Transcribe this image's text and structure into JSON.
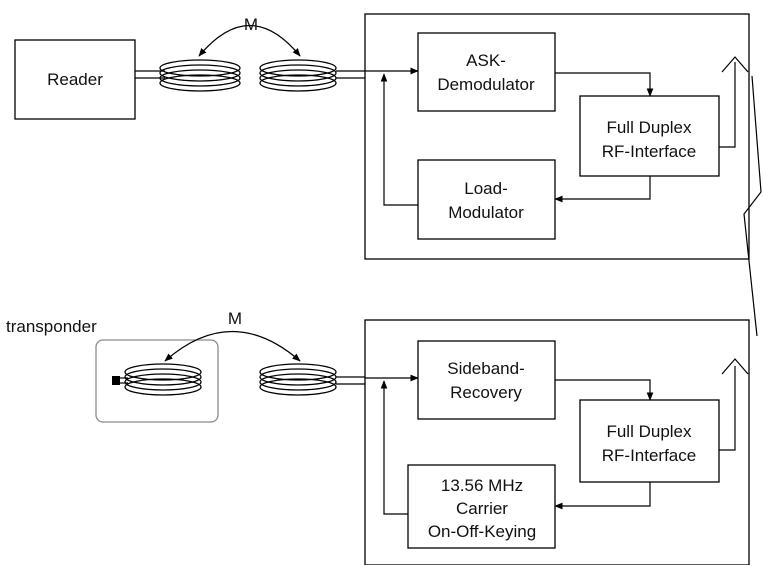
{
  "top": {
    "reader_label": "Reader",
    "mutual_label": "M",
    "demod_label": [
      "ASK-",
      "Demodulator"
    ],
    "rf_label": [
      "Full Duplex",
      "RF-Interface"
    ],
    "loadmod_label": [
      "Load-",
      "Modulator"
    ]
  },
  "bottom": {
    "transponder_label": "transponder",
    "mutual_label": "M",
    "sideband_label": [
      "Sideband-",
      "Recovery"
    ],
    "rf_label": [
      "Full Duplex",
      "RF-Interface"
    ],
    "carrier_label": [
      "13.56 MHz",
      "Carrier",
      "On-Off-Keying"
    ]
  }
}
